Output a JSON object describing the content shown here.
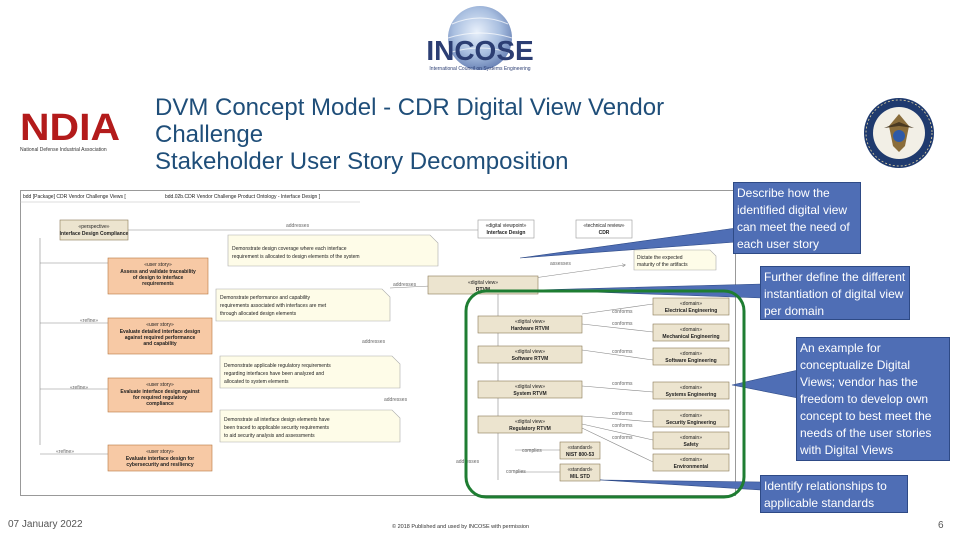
{
  "header": {
    "incose_logo_text": "INCOSE",
    "incose_logo_subtitle": "International Council on Systems Engineering",
    "ndia_logo_text": "NDIA",
    "ndia_logo_subtitle": "National Defense Industrial Association",
    "title_lines": [
      "DVM Concept Model - CDR Digital View Vendor",
      "Challenge",
      "Stakeholder User Story Decomposition"
    ]
  },
  "diagram": {
    "frame_title": "bdd [Package] CDR Vendor Challenge Views [",
    "frame_subtitle": "bdd.02b.CDR Vendor Challenge Product Ontology - Interface Design ]",
    "perspective": {
      "stereo": "«perspective»",
      "name": "Interface Design Compliance"
    },
    "user_stories": [
      {
        "stereo": "«user story»",
        "lines": [
          "Assess and validate traceability",
          "of design to interface",
          "requirements"
        ]
      },
      {
        "stereo": "«user story»",
        "lines": [
          "Evaluate detailed interface design",
          "against required performance",
          "and capability"
        ]
      },
      {
        "stereo": "«user story»",
        "lines": [
          "Evaluate interface design against",
          "for required regulatory",
          "compliance"
        ]
      },
      {
        "stereo": "«user story»",
        "lines": [
          "Evaluate interface design for",
          "cybersecurity and resiliency"
        ]
      }
    ],
    "notes": [
      [
        "Demonstrate design coverage where each interface",
        "requirement is allocated to design elements of the system"
      ],
      [
        "Demonstrate performance and capability",
        "requirements associated with interfaces are met",
        "through allocated design elements"
      ],
      [
        "Demonstrate applicable regulatory requirements",
        "regarding interfaces have been analyzed and",
        "allocated to system elements"
      ],
      [
        "Demonstrate all interface design elements have",
        "been traced to applicable security requirements",
        "to aid security analysis and assessments"
      ],
      [
        "Dictate the expected",
        "maturity of the artifacts"
      ]
    ],
    "digital_viewpoint": {
      "stereo": "«digital viewpoint»",
      "name": "Interface Design"
    },
    "technical_review": {
      "stereo": "«technical review»",
      "name": "CDR"
    },
    "rtvm": {
      "stereo": "«digital view»",
      "name": "RTVM"
    },
    "views": [
      {
        "stereo": "«digital view»",
        "name": "Hardware RTVM"
      },
      {
        "stereo": "«digital view»",
        "name": "Software RTVM"
      },
      {
        "stereo": "«digital view»",
        "name": "System RTVM"
      },
      {
        "stereo": "«digital view»",
        "name": "Regulatory RTVM"
      }
    ],
    "domains": [
      {
        "stereo": "«domain»",
        "name": "Electrical Engineering"
      },
      {
        "stereo": "«domain»",
        "name": "Mechanical Engineering"
      },
      {
        "stereo": "«domain»",
        "name": "Software Engineering"
      },
      {
        "stereo": "«domain»",
        "name": "Systems Engineering"
      },
      {
        "stereo": "«domain»",
        "name": "Security Engineering"
      },
      {
        "stereo": "«domain»",
        "name": "Safety"
      },
      {
        "stereo": "«domain»",
        "name": "Environmental"
      }
    ],
    "standards": [
      {
        "stereo": "«standard»",
        "name": "NIST 800-53"
      },
      {
        "stereo": "«standard»",
        "name": "MIL STD"
      }
    ],
    "edge_labels": {
      "addresses": "addresses",
      "assesses": "assesses",
      "refine": "«refine»",
      "conforms": "conforms",
      "complies": "complies"
    }
  },
  "callouts": [
    "Describe how the identified digital view can meet the need of each user story",
    "Further define the different instantiation of digital view per domain",
    "An example for conceptualize Digital Views; vendor has the freedom to develop own concept to best meet the needs of the user stories with Digital Views",
    "Identify relationships to applicable standards"
  ],
  "footer": {
    "date": "07 January 2022",
    "copyright": "© 2018 Published and used by INCOSE with permission",
    "page_number": "6"
  },
  "colors": {
    "title": "#1f4e79",
    "callout": "#4f6eb5",
    "highlight_border": "#1e7d32",
    "user_story_fill": "#f7c9a5",
    "note_fill": "#fefce8",
    "block_fill": "#ece4cf"
  }
}
